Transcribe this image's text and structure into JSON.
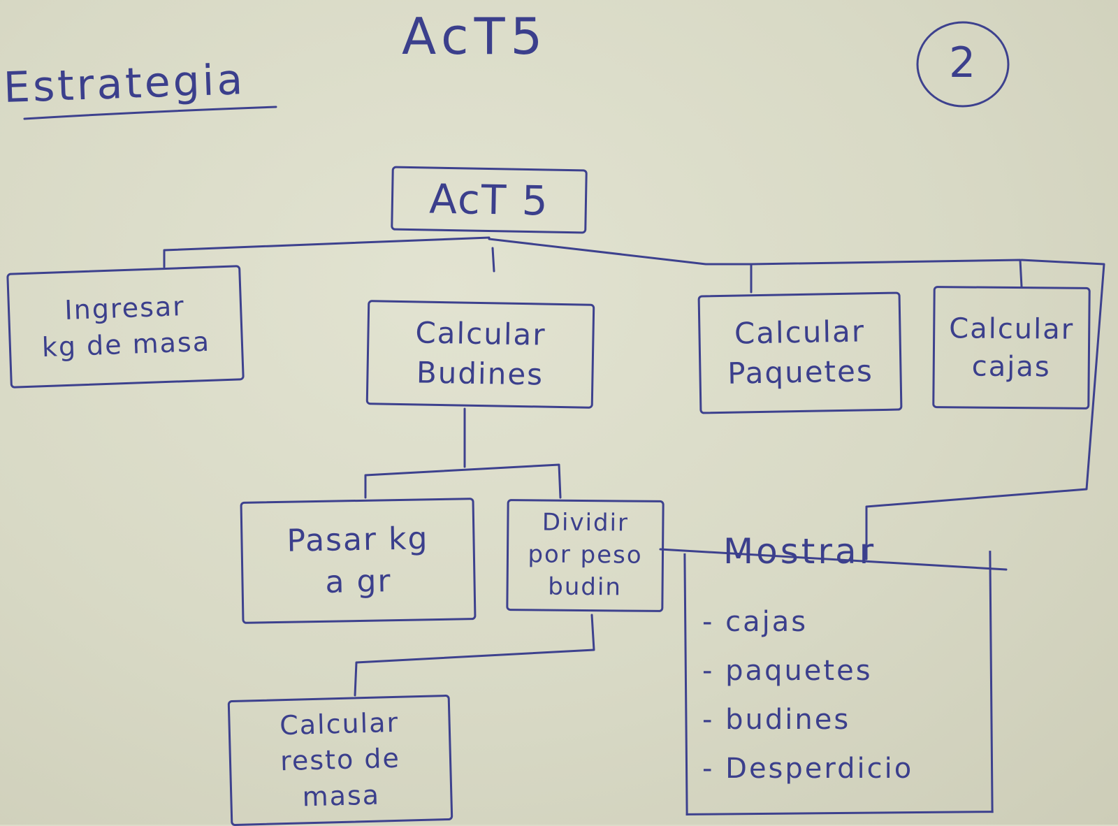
{
  "header": {
    "title": "AcT5",
    "label": "Estrategia",
    "page_number": "2"
  },
  "nodes": {
    "root": "AcT 5",
    "ingresar": [
      "Ingresar",
      "kg de masa"
    ],
    "budines": [
      "Calcular",
      "Budines"
    ],
    "paquetes": [
      "Calcular",
      "Paquetes"
    ],
    "cajas": [
      "Calcular",
      "cajas"
    ],
    "pasar": [
      "Pasar kg",
      "a gr"
    ],
    "dividir": [
      "Dividir",
      "por peso",
      "budin"
    ],
    "resto": [
      "Calcular",
      "resto de",
      "masa"
    ]
  },
  "mostrar": {
    "title": "Mostrar",
    "items": [
      "- cajas",
      "- paquetes",
      "- budines",
      "- Desperdicio"
    ]
  },
  "colors": {
    "ink": "#3b3f8c",
    "paper": "#dcdcc9"
  }
}
